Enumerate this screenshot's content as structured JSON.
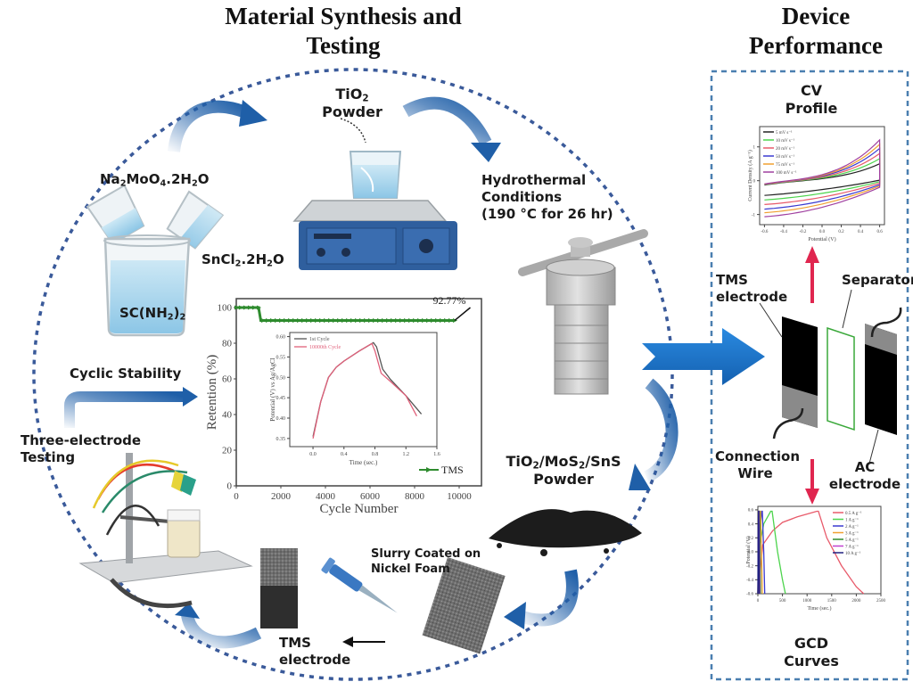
{
  "titles": {
    "left_line1": "Material Synthesis and",
    "left_line2": "Testing",
    "right_line1": "Device",
    "right_line2": "Performance"
  },
  "synthesis": {
    "precursor_1": {
      "base": "Na",
      "s1": "2",
      "mid": "MoO",
      "s2": "4",
      "tail": ".2H",
      "s3": "2",
      "end": "O"
    },
    "precursor_2": {
      "base": "SnCl",
      "s1": "2",
      "mid": ".2H",
      "s2": "2",
      "end": "O"
    },
    "precursor_3": {
      "base": "SC(NH",
      "s1": "2",
      "mid": ")",
      "s2": "2"
    },
    "tio2_line1_base": "TiO",
    "tio2_line1_sub": "2",
    "tio2_line2": "Powder",
    "hydrothermal_line1": "Hydrothermal",
    "hydrothermal_line2": "Conditions",
    "hydrothermal_line3": "(190 °C for 26 hr)",
    "product_line1": {
      "a": "TiO",
      "s1": "2",
      "b": "/MoS",
      "s2": "2",
      "c": "/SnS"
    },
    "product_line2": "Powder",
    "slurry_line1": "Slurry Coated on",
    "slurry_line2": "Nickel Foam",
    "electrode_line1": "TMS",
    "electrode_line2": "electrode",
    "three_electrode_line1": "Three-electrode",
    "three_electrode_line2": "Testing",
    "cyclic_stability": "Cyclic Stability"
  },
  "device": {
    "cv_line1": "CV",
    "cv_line2": "Profile",
    "tms_electrode_line1": "TMS",
    "tms_electrode_line2": "electrode",
    "separator": "Separator",
    "connection_wire_line1": "Connection",
    "connection_wire_line2": "Wire",
    "ac_electrode_line1": "AC",
    "ac_electrode_line2": "electrode",
    "gcd_line1": "GCD",
    "gcd_line2": "Curves"
  },
  "colors": {
    "arrow_blue": "#1f5fa8",
    "big_arrow_blue": "#1a73c9",
    "dash_circle": "#3a5a9a",
    "dash_box": "#4a7fb0",
    "pink_arrow": "#e0264f",
    "retention_green": "#2e8b2e",
    "separator_green": "#3aa83a"
  },
  "chart_data": [
    {
      "type": "line",
      "title": "",
      "xlabel": "Cycle Number",
      "ylabel": "Retention (%)",
      "xlim": [
        0,
        11000
      ],
      "ylim": [
        0,
        105
      ],
      "xticks": [
        "0",
        "2000",
        "4000",
        "6000",
        "8000",
        "10000"
      ],
      "yticks": [
        "0",
        "20",
        "40",
        "60",
        "80",
        "100"
      ],
      "annotation": "92.77%",
      "legend": "TMS",
      "legend_position": "bottom-right",
      "series": [
        {
          "name": "TMS",
          "x": [
            0,
            1000,
            1100,
            2000,
            4000,
            6000,
            8000,
            9800
          ],
          "y": [
            100,
            100,
            92.77,
            92.77,
            92.77,
            92.77,
            92.77,
            92.77
          ]
        }
      ]
    },
    {
      "type": "line",
      "title": "inset",
      "xlabel": "Time (sec.)",
      "ylabel": "Potential (V) vs Ag/AgCl",
      "xlim": [
        -0.3,
        1.6
      ],
      "ylim": [
        0.33,
        0.61
      ],
      "xticks": [
        "0.0",
        "0.4",
        "0.8",
        "1.2",
        "1.6"
      ],
      "yticks": [
        "0.35",
        "0.40",
        "0.45",
        "0.50",
        "0.55",
        "0.60"
      ],
      "legend_position": "top-left",
      "series": [
        {
          "name": "1st Cycle",
          "color": "#555555",
          "x": [
            0.0,
            0.1,
            0.2,
            0.3,
            0.4,
            0.6,
            0.78,
            0.82,
            0.9,
            1.0,
            1.2,
            1.4
          ],
          "y": [
            0.355,
            0.44,
            0.5,
            0.525,
            0.54,
            0.565,
            0.585,
            0.575,
            0.52,
            0.495,
            0.455,
            0.41
          ]
        },
        {
          "name": "10000th Cycle",
          "color": "#e0607a",
          "x": [
            0.0,
            0.1,
            0.2,
            0.3,
            0.4,
            0.6,
            0.76,
            0.8,
            0.88,
            1.0,
            1.2,
            1.34
          ],
          "y": [
            0.35,
            0.44,
            0.5,
            0.525,
            0.54,
            0.565,
            0.583,
            0.565,
            0.51,
            0.49,
            0.455,
            0.405
          ]
        }
      ]
    },
    {
      "type": "line",
      "title": "CV Profile",
      "xlabel": "Potential (V)",
      "ylabel": "Current Density (A g⁻¹)",
      "xlim": [
        -0.65,
        0.65
      ],
      "ylim": [
        -1.3,
        1.6
      ],
      "xticks": [
        "-0.6",
        "-0.4",
        "-0.2",
        "0.0",
        "0.2",
        "0.4",
        "0.6"
      ],
      "yticks": [
        "-1",
        "0",
        "1"
      ],
      "legend_position": "top-left",
      "series": [
        {
          "name": "5 mV s⁻¹",
          "color": "#222222",
          "scale": 0.35
        },
        {
          "name": "10 mV s⁻¹",
          "color": "#4cd44c",
          "scale": 0.5
        },
        {
          "name": "20 mV s⁻¹",
          "color": "#e85a6a",
          "scale": 0.65
        },
        {
          "name": "50 mV s⁻¹",
          "color": "#3a3ad0",
          "scale": 0.8
        },
        {
          "name": "75 mV s⁻¹",
          "color": "#f0a030",
          "scale": 0.92
        },
        {
          "name": "100 mV s⁻¹",
          "color": "#a040a0",
          "scale": 1.05
        }
      ]
    },
    {
      "type": "line",
      "title": "GCD Curves",
      "xlabel": "Time (sec.)",
      "ylabel": "Potential (V)",
      "xlim": [
        0,
        2500
      ],
      "ylim": [
        -0.6,
        0.65
      ],
      "xticks": [
        "0",
        "500",
        "1000",
        "1500",
        "2000",
        "2500"
      ],
      "yticks": [
        "-0.6",
        "-0.4",
        "-0.2",
        "0.0",
        "0.2",
        "0.4",
        "0.6"
      ],
      "legend_position": "top-right",
      "series": [
        {
          "name": "0.5 A g⁻¹",
          "color": "#e85a6a",
          "x": [
            0,
            100,
            300,
            500,
            800,
            1200,
            1230,
            1400,
            1700,
            2000,
            2150
          ],
          "y": [
            -0.6,
            0.1,
            0.3,
            0.42,
            0.5,
            0.58,
            0.58,
            0.2,
            -0.2,
            -0.5,
            -0.6
          ]
        },
        {
          "name": "1 A g⁻¹",
          "color": "#4cd44c",
          "x": [
            0,
            40,
            120,
            260,
            290,
            400,
            500,
            560
          ],
          "y": [
            -0.6,
            0.1,
            0.4,
            0.58,
            0.58,
            0.0,
            -0.4,
            -0.6
          ]
        },
        {
          "name": "2 A g⁻¹",
          "color": "#3a3ad0",
          "x": [
            0,
            40,
            80,
            90,
            120,
            140
          ],
          "y": [
            -0.6,
            0.3,
            0.58,
            0.58,
            0.0,
            -0.6
          ]
        },
        {
          "name": "3 A g⁻¹",
          "color": "#f0a030",
          "x": [
            0,
            25,
            50,
            55,
            75,
            90
          ],
          "y": [
            -0.6,
            0.3,
            0.58,
            0.58,
            0.0,
            -0.6
          ]
        },
        {
          "name": "5 A g⁻¹",
          "color": "#2e8b2e",
          "x": [
            0,
            15,
            30,
            33,
            45,
            55
          ],
          "y": [
            -0.6,
            0.3,
            0.58,
            0.58,
            0.0,
            -0.6
          ]
        },
        {
          "name": "7 A g⁻¹",
          "color": "#c040d0",
          "x": [
            0,
            10,
            20,
            22,
            30,
            38
          ],
          "y": [
            -0.6,
            0.3,
            0.58,
            0.58,
            0.0,
            -0.6
          ]
        },
        {
          "name": "10 A g⁻¹",
          "color": "#202080",
          "x": [
            0,
            6,
            14,
            16,
            22,
            28
          ],
          "y": [
            -0.6,
            0.3,
            0.58,
            0.58,
            0.0,
            -0.6
          ]
        }
      ]
    }
  ]
}
